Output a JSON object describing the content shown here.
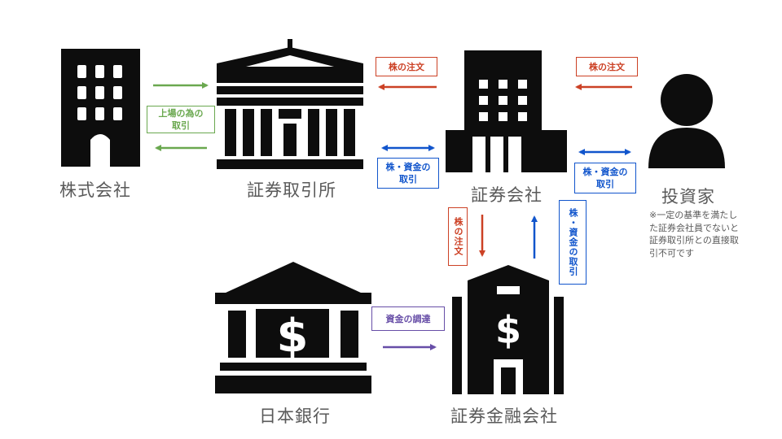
{
  "nodes": {
    "company": "株式会社",
    "exchange": "証券取引所",
    "securities": "証券会社",
    "investor": "投資家",
    "boj": "日本銀行",
    "finance": "証券金融会社"
  },
  "tags": {
    "listing": "上場の為の取引",
    "order_left": "株の注文",
    "order_right": "株の注文",
    "trade_left": "株・資金の取引",
    "trade_right": "株・資金の取引",
    "order_down": "株の注文",
    "trade_up": "株・資金の取引",
    "funding": "資金の調達"
  },
  "note": "※一定の基準を満たした証券会社員でないと証券取引所との直接取引不可です",
  "colors": {
    "green": "#6aa84f",
    "red": "#cc4125",
    "blue": "#1155cc",
    "purple": "#674ea7",
    "icon": "#0d0d0d",
    "label": "#595959"
  }
}
